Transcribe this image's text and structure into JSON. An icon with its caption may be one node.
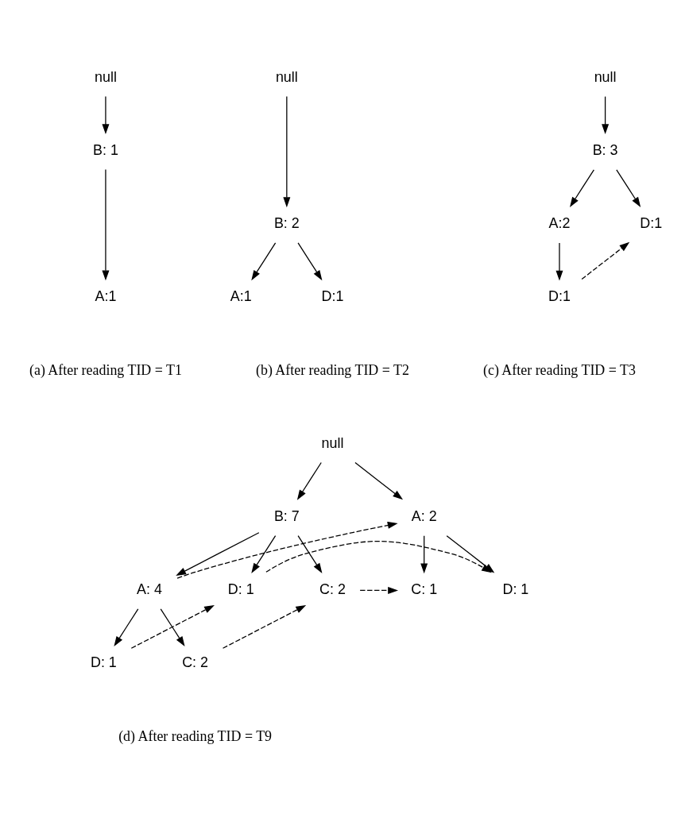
{
  "diagram": {
    "nodes": [
      {
        "text": [
          "null"
        ]
      },
      {
        "text": [
          "B: 1"
        ]
      },
      {
        "text": [
          "A:1"
        ]
      },
      {
        "text": [
          "null"
        ]
      },
      {
        "text": [
          "B: 2"
        ]
      },
      {
        "text": [
          "A:1"
        ]
      },
      {
        "text": [
          "D:1"
        ]
      },
      {
        "text": [
          "null"
        ]
      },
      {
        "text": [
          "B: 3"
        ]
      },
      {
        "text": [
          "A:2"
        ]
      },
      {
        "text": [
          "D:1"
        ]
      },
      {
        "text": [
          "D:1"
        ]
      },
      {
        "text": [
          "null"
        ]
      },
      {
        "text": [
          "B: 7"
        ]
      },
      {
        "text": [
          "A: 2"
        ]
      },
      {
        "text": [
          "A: 4"
        ]
      },
      {
        "text": [
          "D: 1"
        ]
      },
      {
        "text": [
          "C: 2"
        ]
      },
      {
        "text": [
          "C: 1"
        ]
      },
      {
        "text": [
          "D: 1"
        ]
      },
      {
        "text": [
          "D: 1"
        ]
      },
      {
        "text": [
          "C: 2"
        ]
      }
    ],
    "edges": [
      {
        "from": 0,
        "to": 1,
        "arrow": "to"
      },
      {
        "from": 1,
        "to": 2,
        "arrow": "to"
      },
      {
        "from": 3,
        "to": 4,
        "arrow": "to"
      },
      {
        "from": 4,
        "to": 5,
        "arrow": "to"
      },
      {
        "from": 4,
        "to": 6,
        "arrow": "to"
      },
      {
        "from": 7,
        "to": 8,
        "arrow": "to"
      },
      {
        "from": 8,
        "to": 9,
        "arrow": "to"
      },
      {
        "from": 8,
        "to": 10,
        "arrow": "to"
      },
      {
        "from": 9,
        "to": 11,
        "arrow": "to"
      },
      {
        "from": 11,
        "to": 10,
        "arrow": "to",
        "style": "dashed"
      },
      {
        "from": 12,
        "to": 13,
        "arrow": "to"
      },
      {
        "from": 12,
        "to": 14,
        "arrow": "to"
      },
      {
        "from": 13,
        "to": 15,
        "arrow": "to"
      },
      {
        "from": 13,
        "to": 16,
        "arrow": "to"
      },
      {
        "from": 13,
        "to": 17,
        "arrow": "to"
      },
      {
        "from": 14,
        "to": 18,
        "arrow": "to"
      },
      {
        "from": 14,
        "to": 19,
        "arrow": "to"
      },
      {
        "from": 15,
        "to": 20,
        "arrow": "to"
      },
      {
        "from": 15,
        "to": 21,
        "arrow": "to"
      },
      {
        "from": 15,
        "to": 14,
        "arrow": "to",
        "style": "dashed"
      },
      {
        "from": 20,
        "to": 16,
        "arrow": "to",
        "style": "dashed"
      },
      {
        "from": 21,
        "to": 17,
        "arrow": "to",
        "style": "dashed"
      },
      {
        "from": 17,
        "to": 18,
        "arrow": "to",
        "style": "dashed"
      },
      {
        "from": 16,
        "to": 19,
        "arrow": "to",
        "style": "dashed"
      }
    ],
    "labels": [
      "(a) After reading TID = T1",
      "(b) After reading TID = T2",
      "(c) After reading TID = T3",
      "(d) After reading TID = T9"
    ]
  }
}
